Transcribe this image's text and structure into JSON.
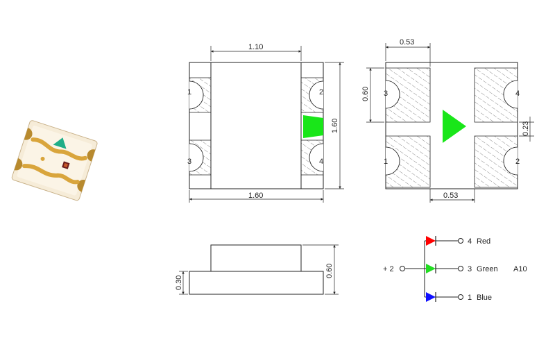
{
  "top_view": {
    "dim_width_top": "1.10",
    "dim_width_bottom": "1.60",
    "dim_height": "1.60",
    "pins": [
      "1",
      "2",
      "3",
      "4"
    ]
  },
  "pad_view": {
    "dim_pad_width": "0.53",
    "dim_pad_height": "0.60",
    "dim_gap": "0.23",
    "dim_pad_spacing": "0.53",
    "pins": [
      "3",
      "4",
      "1",
      "2"
    ]
  },
  "side_view": {
    "dim_base": "0.30",
    "dim_total": "0.60"
  },
  "circuit": {
    "common": "+ 2",
    "outputs": [
      {
        "pin": "4",
        "name": "Red",
        "color": "#ff0000"
      },
      {
        "pin": "3",
        "name": "Green",
        "color": "#22dd22"
      },
      {
        "pin": "1",
        "name": "Blue",
        "color": "#1010ff"
      }
    ],
    "code": "A10"
  },
  "colors": {
    "line": "#222222",
    "green_marker": "#19e619",
    "hatch": "#555555"
  },
  "icons": {
    "photo": "smd-led-photo",
    "triangle": "polarity-triangle-icon"
  }
}
